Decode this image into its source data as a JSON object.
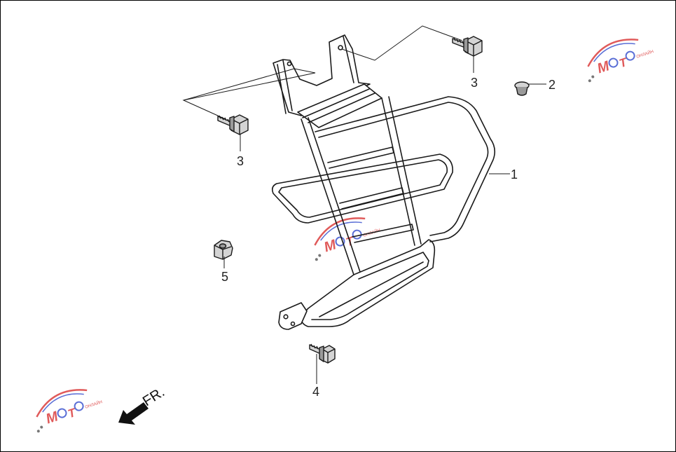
{
  "diagram": {
    "callouts": [
      {
        "id": "rack",
        "label": "1"
      },
      {
        "id": "plug",
        "label": "2"
      },
      {
        "id": "bolt-top",
        "label": "3"
      },
      {
        "id": "bolt-left",
        "label": "3"
      },
      {
        "id": "bolt-bottom",
        "label": "4"
      },
      {
        "id": "nut",
        "label": "5"
      }
    ],
    "direction_label": "FR.",
    "watermark": {
      "brand": "MOTO",
      "tagline": "ОНЛАЙН"
    }
  },
  "colors": {
    "line": "#1a1a1a",
    "part_fill": "#d4d4d4",
    "part_dark": "#9a9a9a",
    "watermark_red": "#e05a5a",
    "watermark_blue": "#5b6fd6"
  }
}
